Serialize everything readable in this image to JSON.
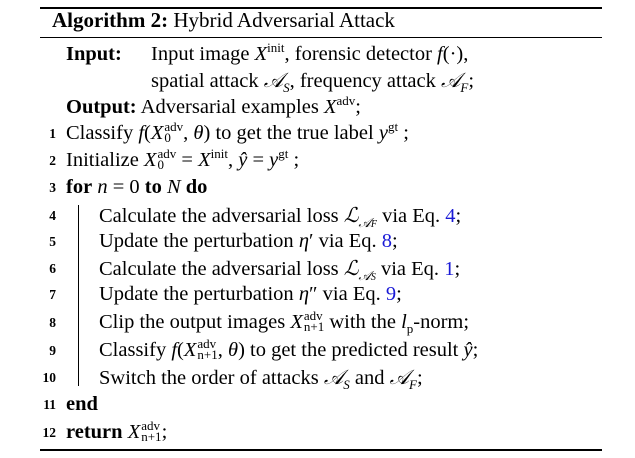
{
  "algorithm": {
    "label": "Algorithm 2:",
    "title": "Hybrid Adversarial Attack"
  },
  "io": {
    "input_label": "Input:",
    "input_line1": "Input image X^init, forensic detector f(·),",
    "input_line2": "spatial attack A_S, frequency attack A_F;",
    "output_label": "Output:",
    "output_line": "Adversarial examples X^adv;"
  },
  "lines": [
    {
      "n": "1",
      "text": "Classify f(X_0^adv, θ) to get the true label y^gt ;"
    },
    {
      "n": "2",
      "text": "Initialize X_0^adv = X^init, ŷ = y^gt ;"
    },
    {
      "n": "3",
      "text": "for n = 0 to N do"
    },
    {
      "n": "4",
      "text": "Calculate the adversarial loss L_{A_F} via Eq. 4;"
    },
    {
      "n": "5",
      "text": "Update the perturbation η′ via Eq. 8;"
    },
    {
      "n": "6",
      "text": "Calculate the adversarial loss L_{A_S} via Eq. 1;"
    },
    {
      "n": "7",
      "text": "Update the perturbation η″ via Eq. 9;"
    },
    {
      "n": "8",
      "text": "Clip the output images X_{n+1}^adv with the l_p-norm;"
    },
    {
      "n": "9",
      "text": "Classify f(X_{n+1}^adv, θ) to get the predicted result ŷ;"
    },
    {
      "n": "10",
      "text": "Switch the order of attacks A_S and A_F;"
    },
    {
      "n": "11",
      "text": "end"
    },
    {
      "n": "12",
      "text": "return X_{n+1}^adv;"
    }
  ],
  "tokens": {
    "kw_for": "for",
    "kw_to": "to",
    "kw_do": "do",
    "kw_end": "end",
    "kw_return": "return",
    "sup_init": "init",
    "sup_adv": "adv",
    "sup_gt": "gt",
    "sub_0": "0",
    "sub_n1": "n+1",
    "sub_S": "S",
    "sub_F": "F",
    "sub_p": "p",
    "ref_1": "1",
    "ref_4": "4",
    "ref_8": "8",
    "ref_9": "9"
  },
  "colors": {
    "rule": "#000000",
    "text": "#000000",
    "ref": "#1a1ad6"
  }
}
